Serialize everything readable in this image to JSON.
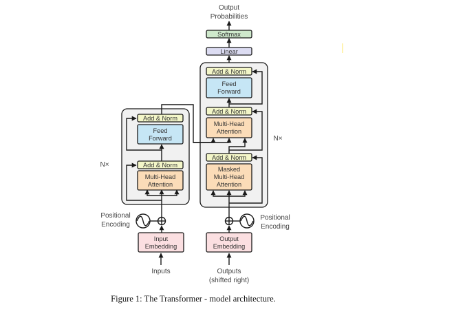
{
  "figure": {
    "caption": "Figure 1: The Transformer - model architecture.",
    "colors": {
      "add_norm": "#f3f6c8",
      "feed_forward": "#c6e6f5",
      "attention": "#fbdcb8",
      "embedding": "#fbdfe1",
      "softmax": "#cfe9cc",
      "linear": "#dcdcf2",
      "stack_bg": "#f1f1f1",
      "accent_mark": "#fff3b0"
    }
  },
  "output": {
    "title_line1": "Output",
    "title_line2": "Probabilities",
    "softmax": "Softmax",
    "linear": "Linear"
  },
  "encoder": {
    "repeat_label": "N×",
    "add_norm_top": "Add & Norm",
    "feed_forward_line1": "Feed",
    "feed_forward_line2": "Forward",
    "add_norm_bottom": "Add & Norm",
    "attention_line1": "Multi-Head",
    "attention_line2": "Attention",
    "positional_line1": "Positional",
    "positional_line2": "Encoding",
    "embedding_line1": "Input",
    "embedding_line2": "Embedding",
    "input_label": "Inputs"
  },
  "decoder": {
    "repeat_label": "N×",
    "add_norm_top": "Add & Norm",
    "feed_forward_line1": "Feed",
    "feed_forward_line2": "Forward",
    "add_norm_middle": "Add & Norm",
    "cross_attention_line1": "Multi-Head",
    "cross_attention_line2": "Attention",
    "add_norm_bottom": "Add & Norm",
    "masked_line1": "Masked",
    "masked_line2": "Multi-Head",
    "masked_line3": "Attention",
    "positional_line1": "Positional",
    "positional_line2": "Encoding",
    "embedding_line1": "Output",
    "embedding_line2": "Embedding",
    "output_label_line1": "Outputs",
    "output_label_line2": "(shifted right)"
  }
}
